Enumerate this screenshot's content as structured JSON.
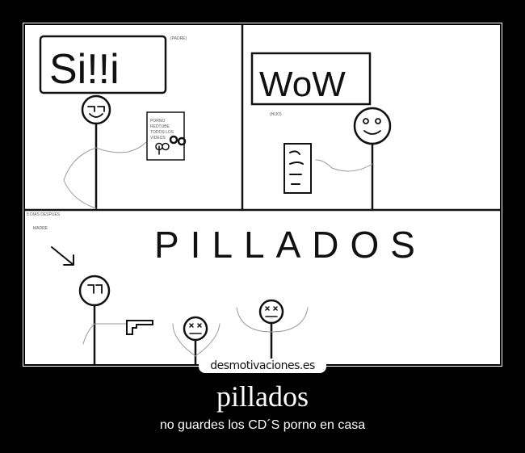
{
  "comic": {
    "panel1": {
      "speech": "Si!!i",
      "label_father": "(PADRE)",
      "paper_lines": [
        "PORNO",
        "REDTUBE",
        "TODOS LOS",
        "VIDEOS"
      ]
    },
    "panel2": {
      "speech": "WoW",
      "label_son": "(HIJO)"
    },
    "panel3": {
      "time_caption": "5 DIAS DESPUES",
      "label_mother": "MADRE",
      "headline": "PILLADOS"
    }
  },
  "watermark": "desmotivaciones.es",
  "title": "pillados",
  "subtitle": "no guardes los CD´S porno en casa"
}
